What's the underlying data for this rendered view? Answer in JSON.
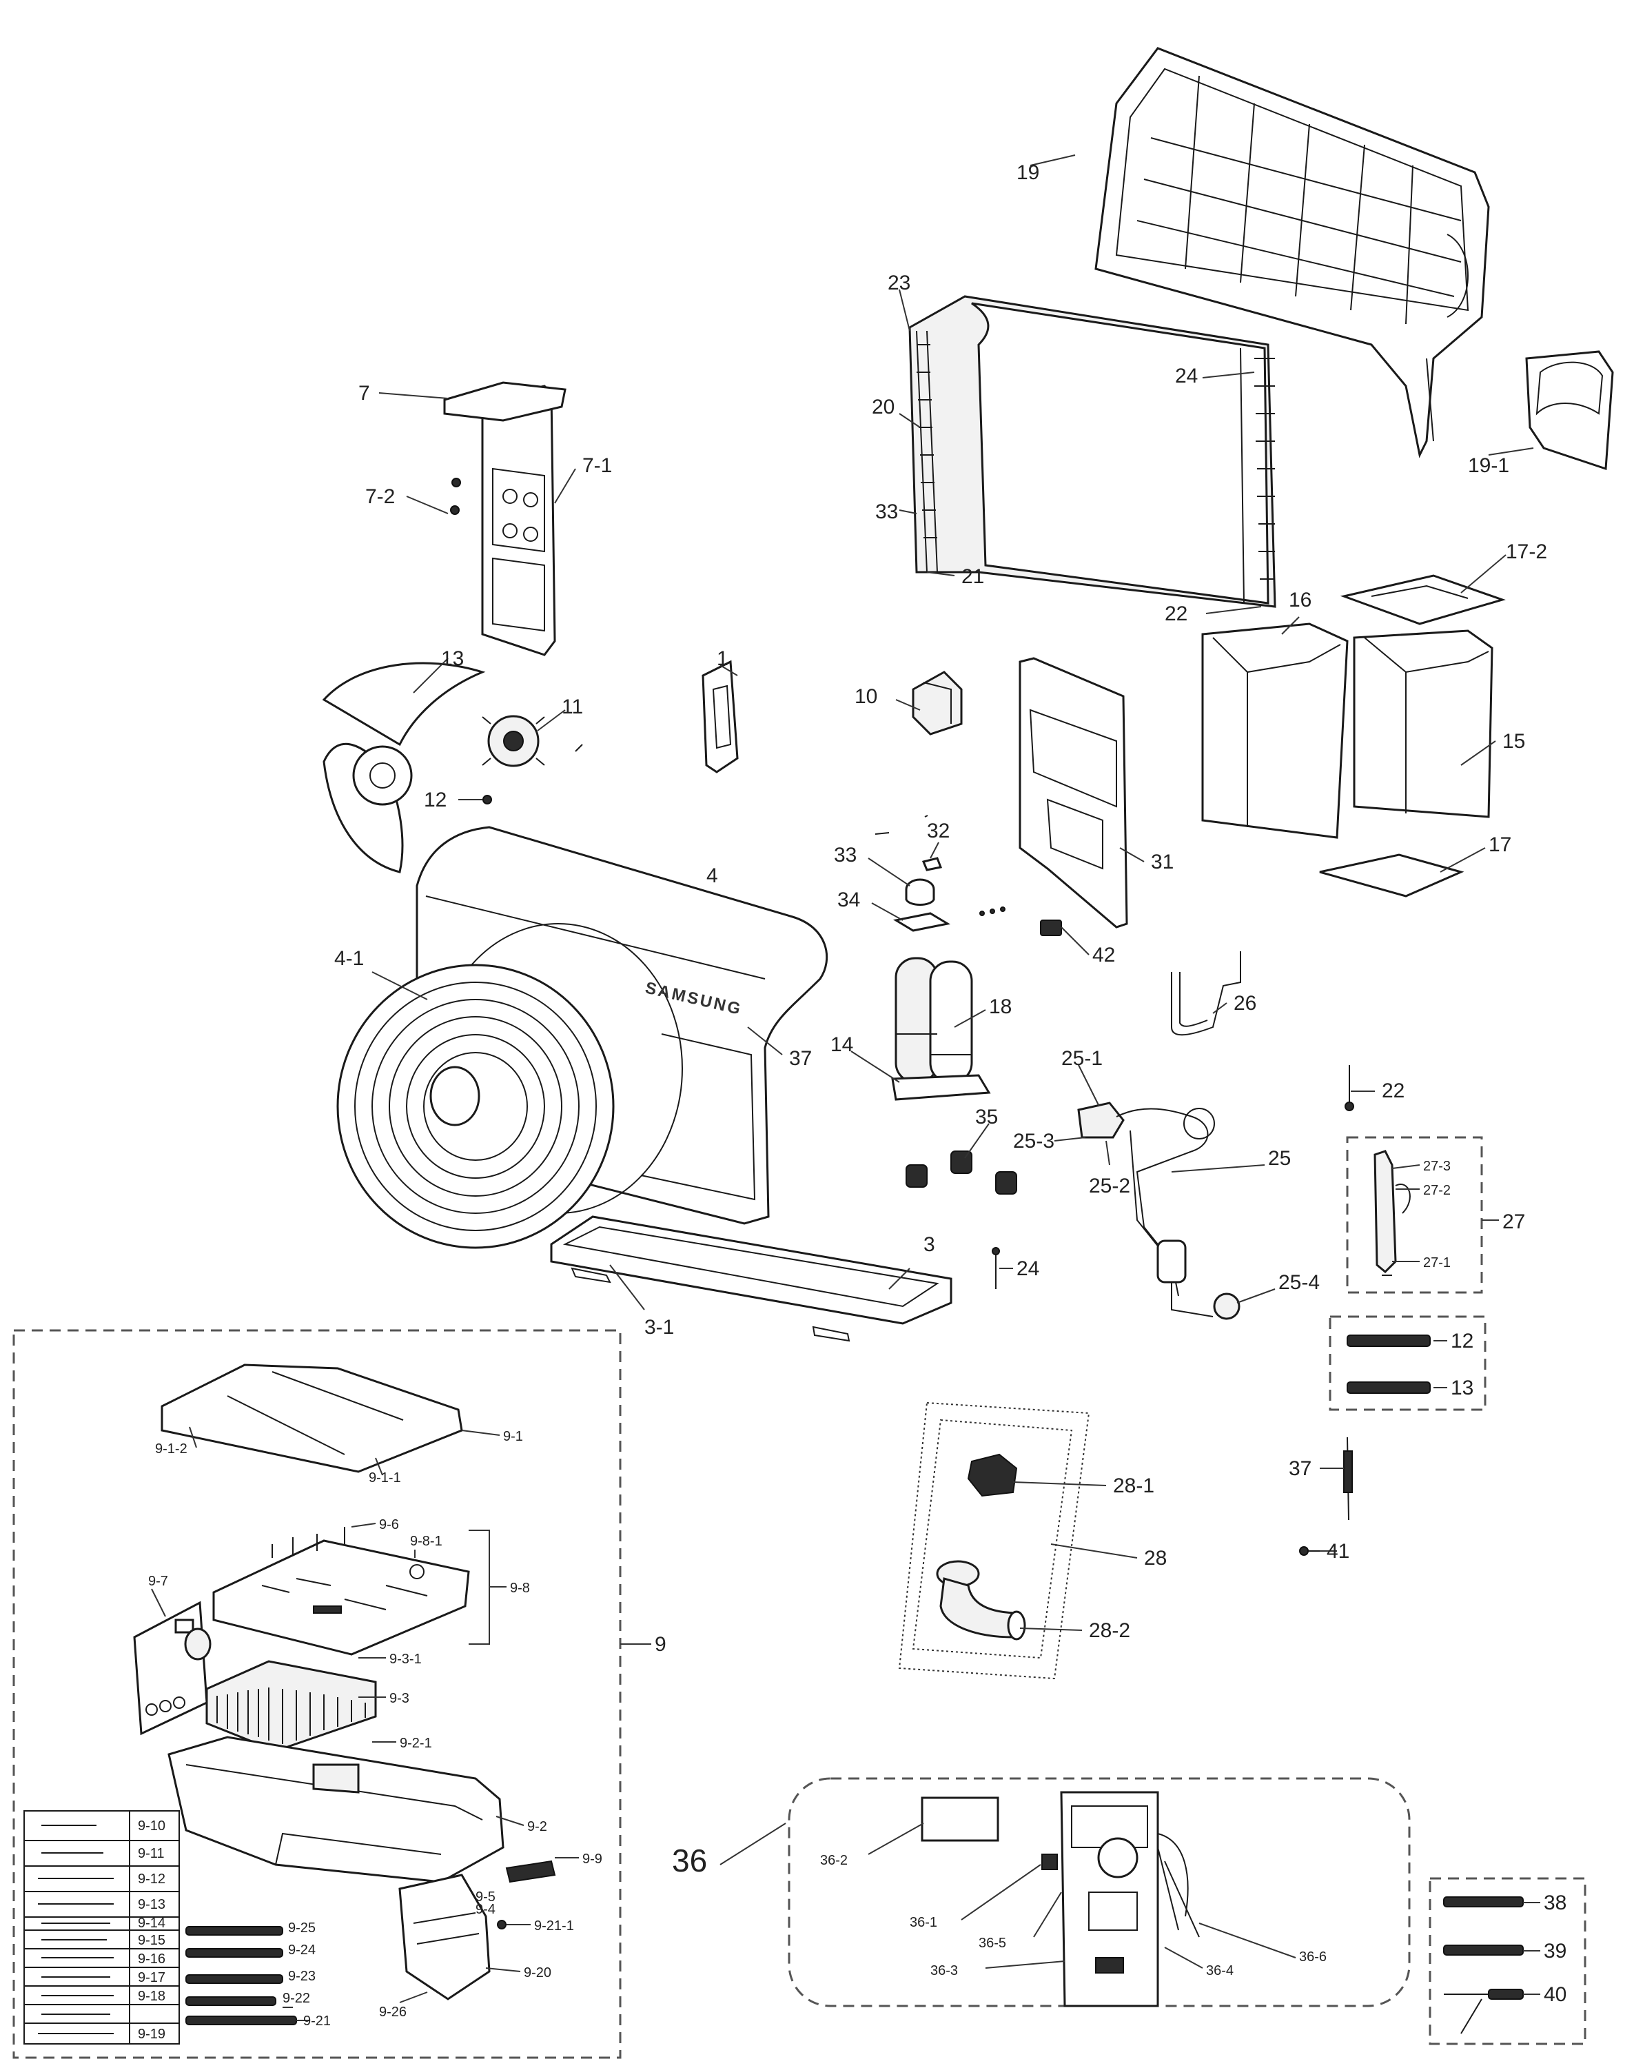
{
  "brand": "SAMSUNG",
  "labels": {
    "l1": "1",
    "l3": "3",
    "l3_1": "3-1",
    "l4": "4",
    "l4_1": "4-1",
    "l7": "7",
    "l7_1": "7-1",
    "l7_2": "7-2",
    "l9": "9",
    "l10": "10",
    "l11": "11",
    "l12": "12",
    "l12b": "12",
    "l13": "13",
    "l13b": "13",
    "l14": "14",
    "l15": "15",
    "l16": "16",
    "l17": "17",
    "l17_2": "17-2",
    "l18": "18",
    "l19": "19",
    "l19_1": "19-1",
    "l20": "20",
    "l21": "21",
    "l22": "22",
    "l22b": "22",
    "l23": "23",
    "l24": "24",
    "l24b": "24",
    "l25": "25",
    "l25_1": "25-1",
    "l25_2": "25-2",
    "l25_3": "25-3",
    "l25_4": "25-4",
    "l26": "26",
    "l27": "27",
    "l27_1": "27-1",
    "l27_2": "27-2",
    "l27_3": "27-3",
    "l28": "28",
    "l28_1": "28-1",
    "l28_2": "28-2",
    "l31": "31",
    "l32": "32",
    "l33": "33",
    "l33b": "33",
    "l34": "34",
    "l35": "35",
    "l36": "36",
    "l36_1": "36-1",
    "l36_2": "36-2",
    "l36_3": "36-3",
    "l36_4": "36-4",
    "l36_5": "36-5",
    "l36_6": "36-6",
    "l37": "37",
    "l37b": "37",
    "l38": "38",
    "l39": "39",
    "l40": "40",
    "l41": "41",
    "l42": "42",
    "l9_1": "9-1",
    "l9_1_1": "9-1-1",
    "l9_1_2": "9-1-2",
    "l9_2": "9-2",
    "l9_2_1": "9-2-1",
    "l9_3": "9-3",
    "l9_3_1": "9-3-1",
    "l9_4": "9-4",
    "l9_5": "9-5",
    "l9_6": "9-6",
    "l9_7": "9-7",
    "l9_8": "9-8",
    "l9_8_1": "9-8-1",
    "l9_9": "9-9",
    "l9_10": "9-10",
    "l9_11": "9-11",
    "l9_12": "9-12",
    "l9_13": "9-13",
    "l9_14": "9-14",
    "l9_15": "9-15",
    "l9_16": "9-16",
    "l9_17": "9-17",
    "l9_18": "9-18",
    "l9_19": "9-19",
    "l9_20": "9-20",
    "l9_21": "9-21",
    "l9_21_1": "9-21-1",
    "l9_22": "9-22",
    "l9_23": "9-23",
    "l9_24": "9-24",
    "l9_25": "9-25",
    "l9_26": "9-26"
  }
}
